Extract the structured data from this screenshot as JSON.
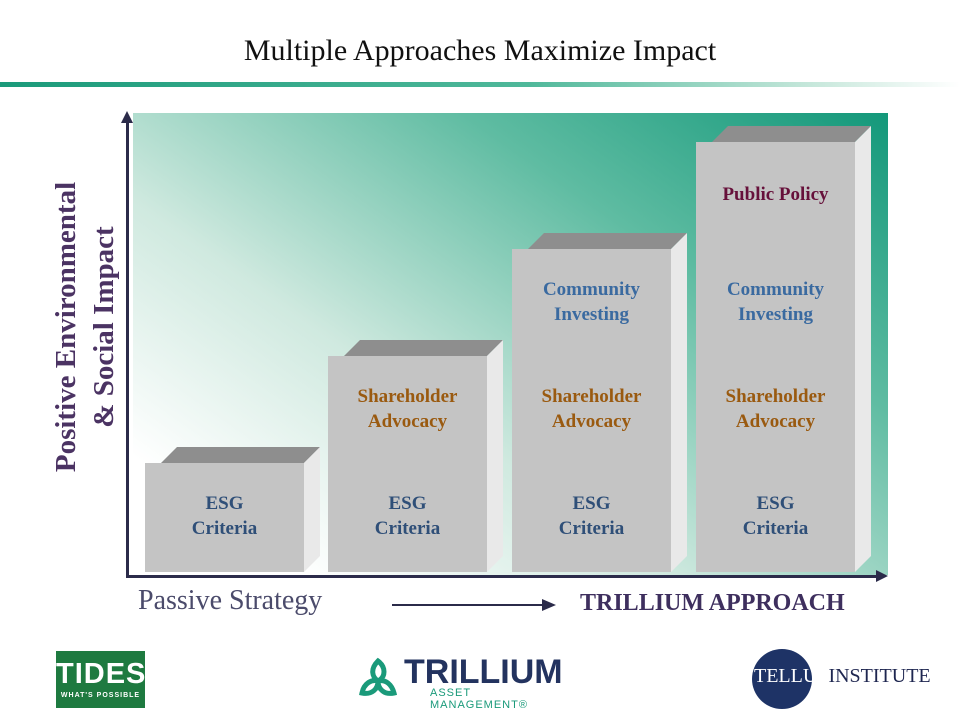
{
  "title": "Multiple Approaches Maximize Impact",
  "y_axis_label": "Positive Environmental\n& Social Impact",
  "x_axis": {
    "left_label": "Passive Strategy",
    "right_label": "TRILLIUM APPROACH"
  },
  "columns": [
    {
      "blocks": [
        {
          "label": "ESG\nCriteria",
          "kind": "esg"
        }
      ]
    },
    {
      "blocks": [
        {
          "label": "ESG\nCriteria",
          "kind": "esg"
        },
        {
          "label": "Shareholder\nAdvocacy",
          "kind": "advocacy"
        }
      ]
    },
    {
      "blocks": [
        {
          "label": "ESG\nCriteria",
          "kind": "esg"
        },
        {
          "label": "Shareholder\nAdvocacy",
          "kind": "advocacy"
        },
        {
          "label": "Community\nInvesting",
          "kind": "community"
        }
      ]
    },
    {
      "blocks": [
        {
          "label": "ESG\nCriteria",
          "kind": "esg"
        },
        {
          "label": "Shareholder\nAdvocacy",
          "kind": "advocacy"
        },
        {
          "label": "Community\nInvesting",
          "kind": "community"
        },
        {
          "label": "Public Policy",
          "kind": "policy"
        }
      ]
    }
  ],
  "logos": {
    "tides": {
      "name": "TIDES",
      "tagline": "WHAT'S POSSIBLE"
    },
    "trillium": {
      "name": "TRILLIUM",
      "subtitle": "ASSET MANAGEMENT®"
    },
    "tellus": {
      "name": "TELLUS INSTITUTE"
    }
  },
  "colors": {
    "accent_green": "#1a9a7a",
    "axis": "#2b2b4a",
    "esg_text": "#2f4f78",
    "advocacy_text": "#9a5a10",
    "community_text": "#3a6aa0",
    "policy_text": "#66103a"
  }
}
